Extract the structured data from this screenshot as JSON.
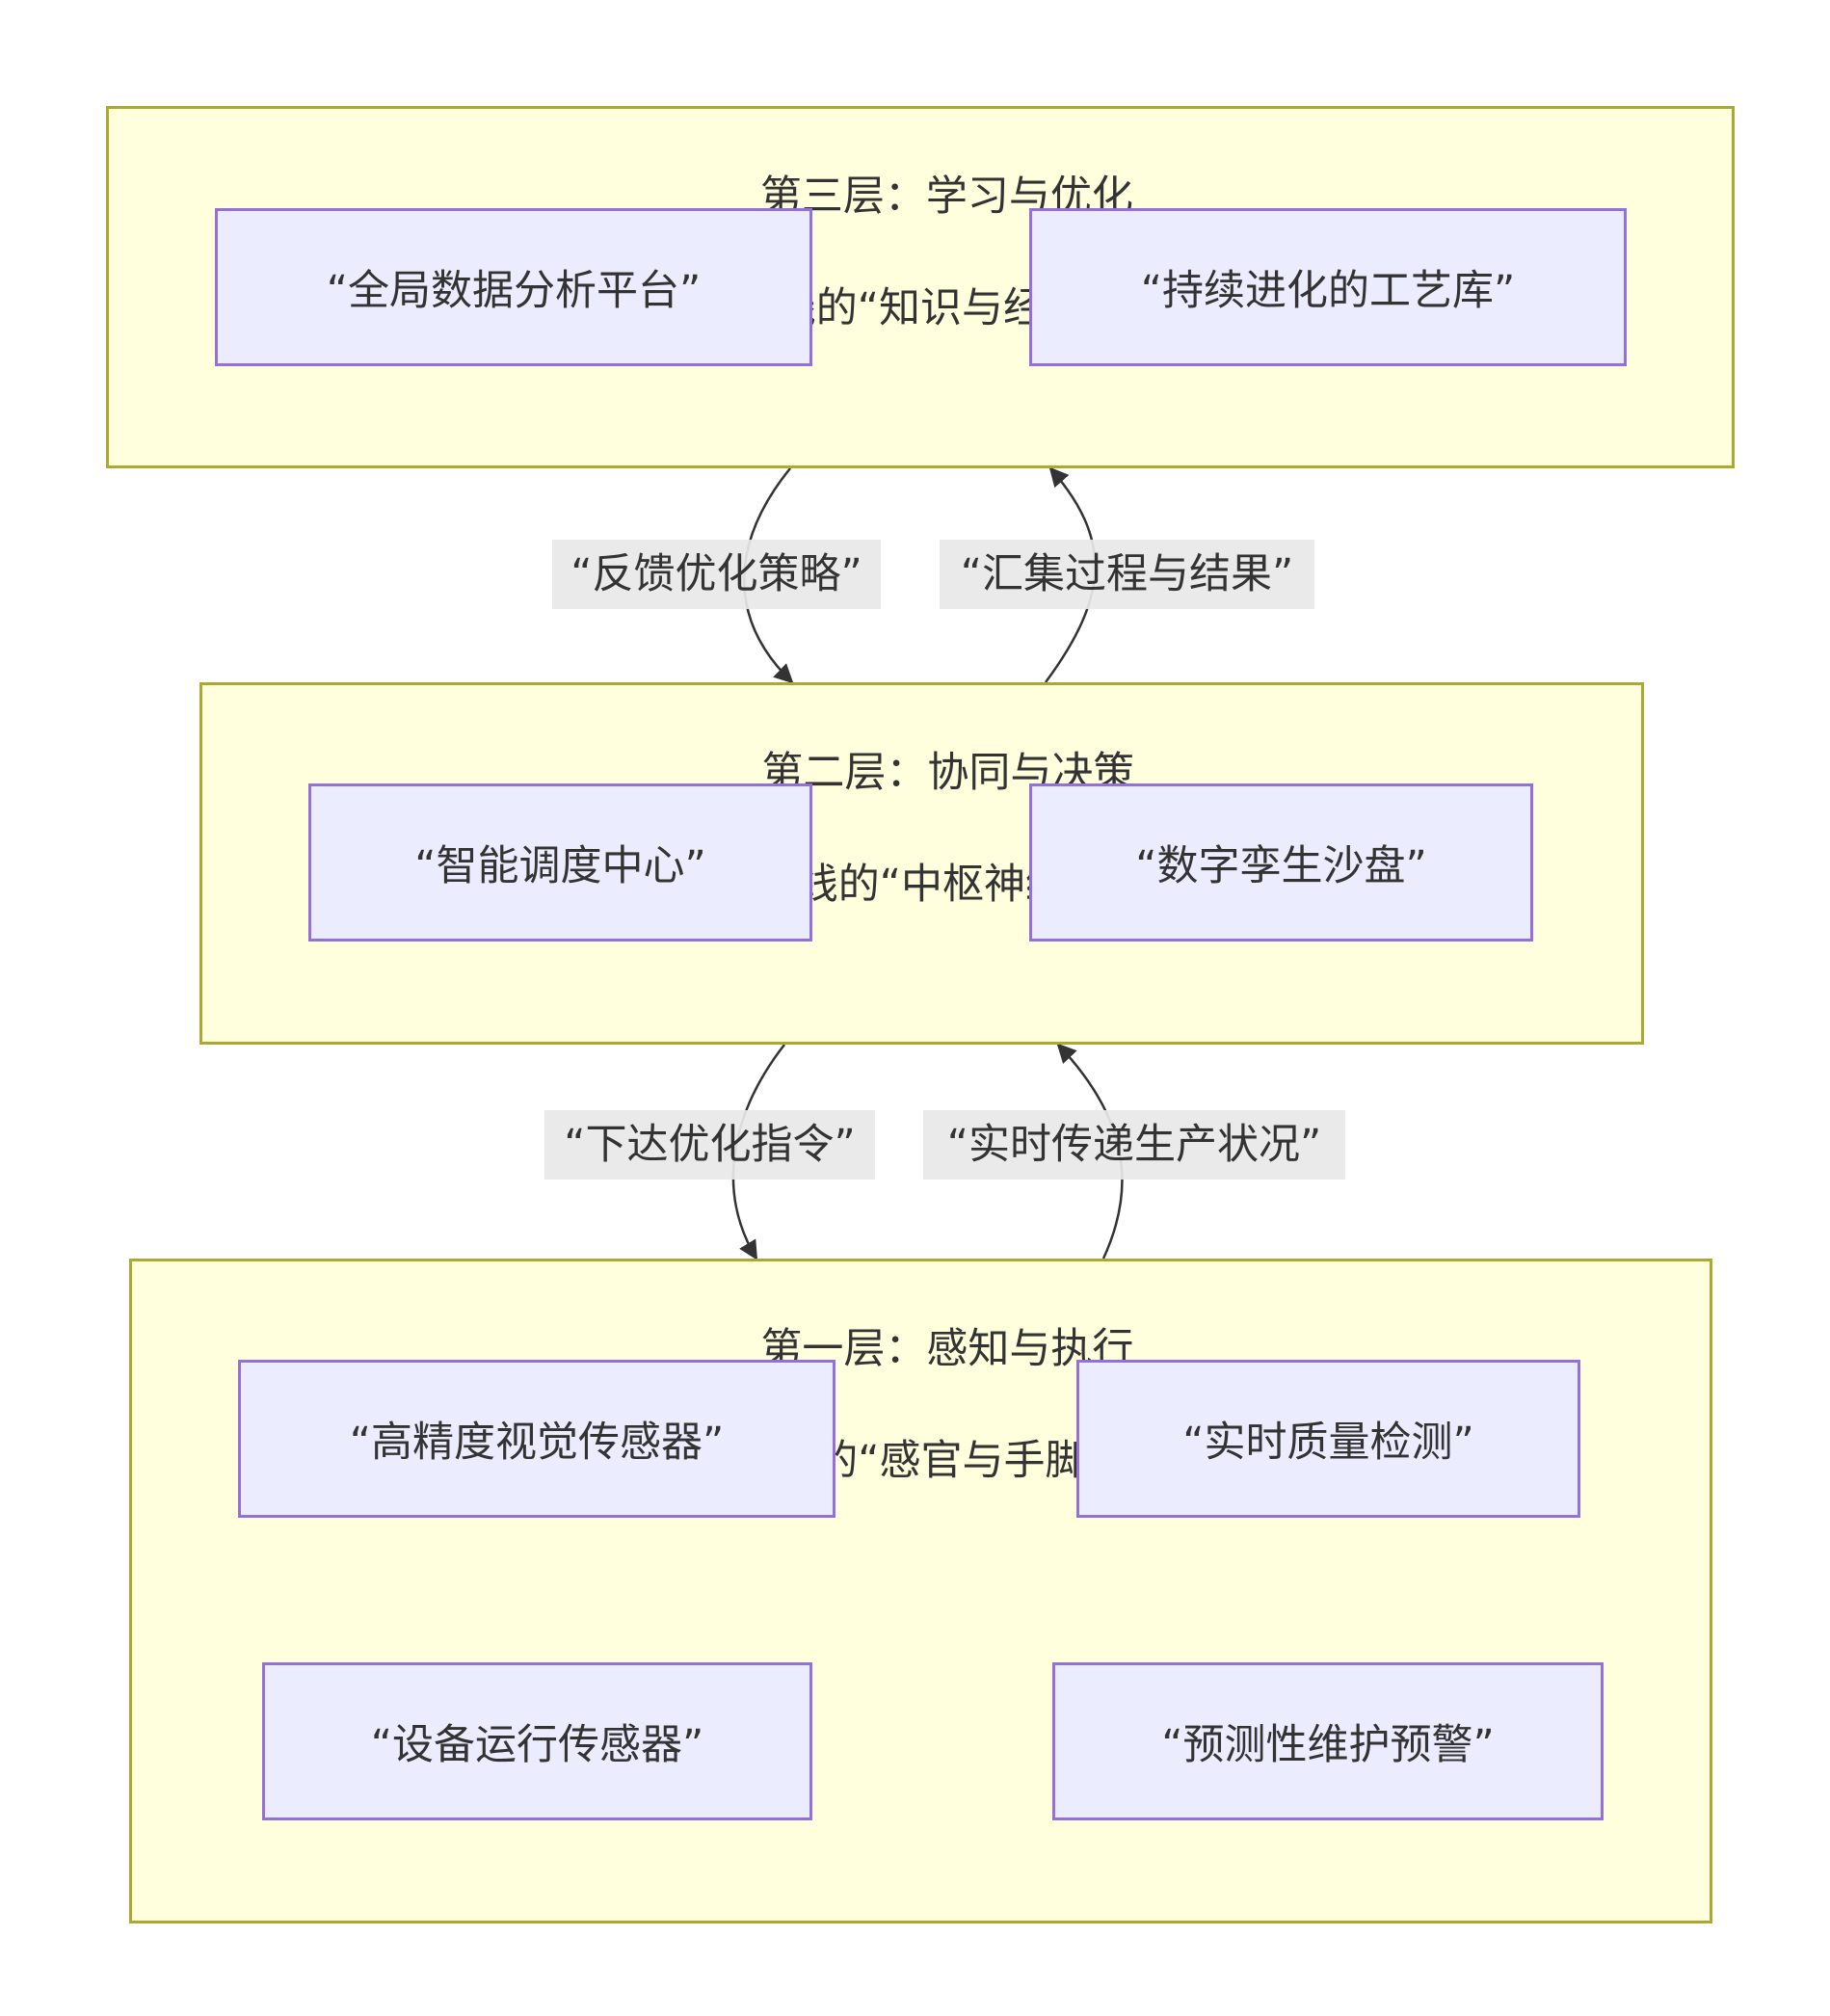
{
  "layers": [
    {
      "id": "L3",
      "title": "第三层：学习与优化",
      "subtitle": "（产线的“知识与经验”）"
    },
    {
      "id": "L2",
      "title": "第二层：协同与决策",
      "subtitle": "（产线的“中枢神经”）"
    },
    {
      "id": "L1",
      "title": "第一层：感知与执行",
      "subtitle": "（产线的“感官与手脚”）"
    }
  ],
  "nodes": {
    "data_platform": "“全局数据分析平台”",
    "process_library": "“持续进化的工艺库”",
    "dispatch_center": "“智能调度中心”",
    "digital_twin": "“数字孪生沙盘”",
    "vision_sensor": "“高精度视觉传感器”",
    "quality_check": "“实时质量检测”",
    "equipment_sensor": "“设备运行传感器”",
    "predictive_maintenance": "“预测性维护预警”"
  },
  "edge_labels": {
    "feedback": "“反馈优化策略”",
    "aggregate": "“汇集过程与结果”",
    "command": "“下达优化指令”",
    "report": "“实时传递生产状况”"
  }
}
